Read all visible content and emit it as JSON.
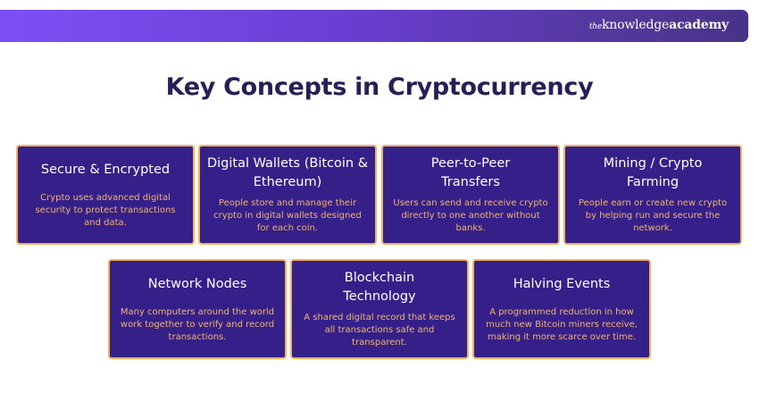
{
  "header": {
    "logo": {
      "prefix": "the",
      "word1": "knowledge",
      "word2": "academy"
    }
  },
  "page": {
    "title": "Key Concepts in Cryptocurrency"
  },
  "colors": {
    "banner_start": "#7e4ff5",
    "banner_end": "#483388",
    "title": "#262058",
    "card_bg": "#35208a",
    "card_border": "#f6b15c",
    "card_title": "#ffffff",
    "card_desc": "#f3b36b"
  },
  "cards": [
    {
      "title": "Secure & Encrypted",
      "desc": "Crypto uses advanced digital security to protect transactions and data."
    },
    {
      "title": "Digital Wallets (Bitcoin & Ethereum)",
      "desc": "People store and manage their crypto in digital wallets designed for each coin."
    },
    {
      "title": "Peer-to-Peer Transfers",
      "desc": "Users can send and receive crypto directly to one another without banks."
    },
    {
      "title": "Mining / Crypto Farming",
      "desc": "People earn or create new crypto by helping run and secure the network."
    },
    {
      "title": "Network Nodes",
      "desc": "Many computers around the world work together to verify and record transactions."
    },
    {
      "title": "Blockchain Technology",
      "desc": "A shared digital record that keeps all transactions safe and transparent."
    },
    {
      "title": "Halving Events",
      "desc": "A programmed reduction in how much new Bitcoin miners receive, making it more scarce over time."
    }
  ]
}
